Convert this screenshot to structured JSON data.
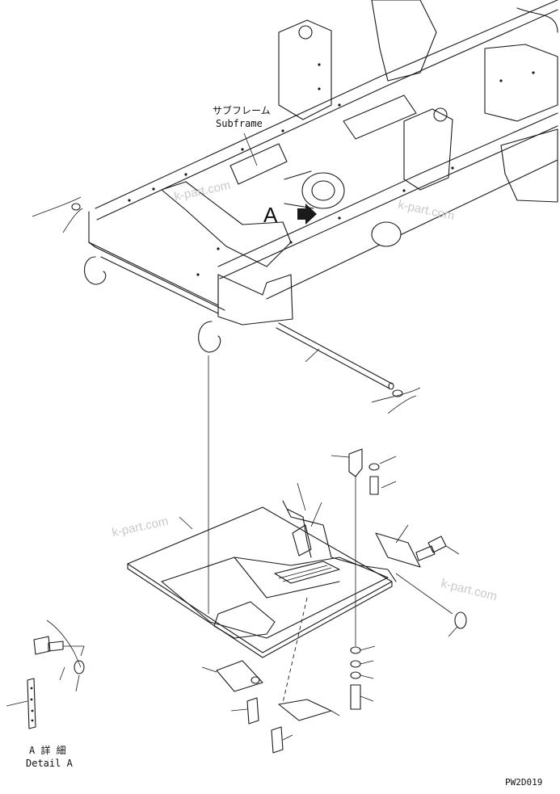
{
  "labels": {
    "subframe_jp": "サブフレーム",
    "subframe_en": "Subframe",
    "view_a": "A",
    "detail_jp": "A 詳 細",
    "detail_en": "Detail A",
    "drawing_code": "PW2D019"
  },
  "watermarks": [
    "k-part.com",
    "k-part.com",
    "k-part.com",
    "k-part.com"
  ],
  "colors": {
    "ink": "#1a1a1a",
    "watermark": "#c9c9c9",
    "paper": "#ffffff"
  }
}
